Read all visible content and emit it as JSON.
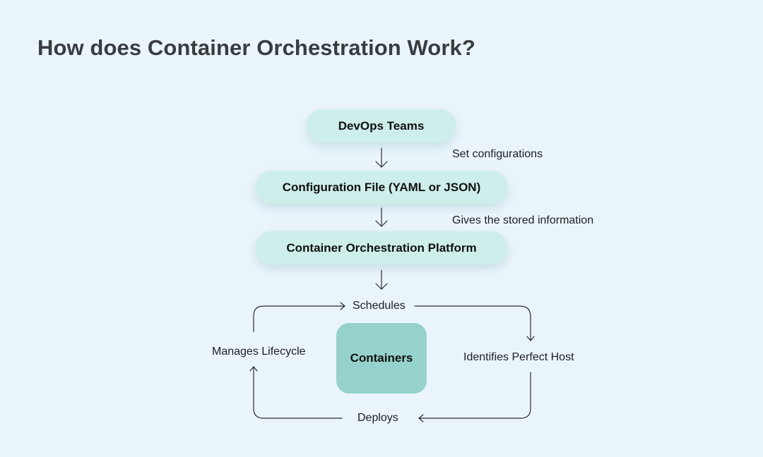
{
  "title": "How does Container Orchestration Work?",
  "nodes": {
    "devops": "DevOps Teams",
    "config": "Configuration File (YAML or JSON)",
    "platform": "Container Orchestration Platform",
    "containers": "Containers"
  },
  "edge_labels": {
    "devops_to_config": "Set configurations",
    "config_to_platform": "Gives the stored information"
  },
  "cycle": {
    "schedules": "Schedules",
    "identifies_host": "Identifies Perfect Host",
    "deploys": "Deploys",
    "manages_lifecycle": "Manages Lifecycle"
  },
  "colors": {
    "background": "#eaf5fb",
    "node_fill": "#cdeeea",
    "containers_fill": "#96d2cc"
  }
}
